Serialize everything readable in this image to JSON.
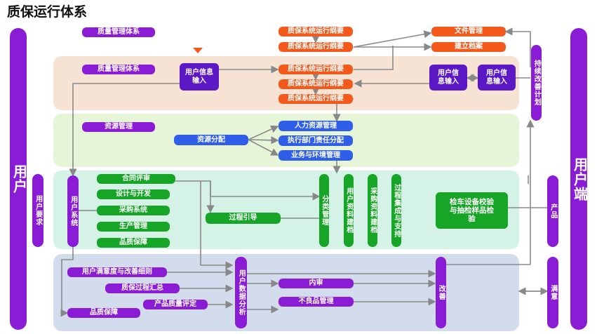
{
  "title": "质保运行体系",
  "left": {
    "user": "用户",
    "user_req": "用户要求",
    "user_sys": "用户系统"
  },
  "right": {
    "client": "用户端",
    "continuous": "持续改善计划",
    "product": "产品",
    "satisfaction": "满意"
  },
  "band1": {
    "qms_top": "质量管理体系",
    "qms": "质量管理体系",
    "user_info_input": "用户信息输入",
    "outline": [
      "质保系统运行纲要",
      "质保系统运行纲要",
      "质保系统运行纲要",
      "质保系统运行纲要",
      "质保系统运行纲要"
    ],
    "file_mgmt": "文件管理",
    "archive": "建立档案",
    "user_info_input_r1": "用户信息输入",
    "user_info_input_r2": "用户信息输入"
  },
  "band2": {
    "resource_mgmt": "资源管理",
    "resource_alloc": "资源分配",
    "hr": "人力资源管理",
    "responsibility": "执行部门责任分配",
    "business_env": "业务与环境管理"
  },
  "band3": {
    "contract_review": "合同评审",
    "design_dev": "设计与开发",
    "purchase_sys": "采购系统",
    "production_mgmt": "生产管理",
    "quality_assurance": "品质保障",
    "process_guide": "过程引导",
    "classified_mgmt": "分类管理",
    "user_data_archive": "用户资料建档",
    "purchase_data_archive": "采购资料建档",
    "process_integration": "过程集成与支持",
    "inspection": "检车设备校验与抽检样品检验"
  },
  "band4": {
    "satisfaction_detail": "用户满意度与改善细则",
    "qa_summary": "质保过程汇总",
    "quality_assurance": "品质保障",
    "product_eval": "产品质量评定",
    "user_data_analysis": "用户数据分析",
    "internal_audit": "内审",
    "defect_mgmt": "不良品管理",
    "improve": "改善"
  },
  "colors": {
    "purple": "#8a1cd6",
    "orange": "#f4591c",
    "green": "#16a526",
    "blue": "#2f5ee8",
    "band1": "#f6e3d4",
    "band2": "#e6f4d8",
    "band3": "#d4f2e6",
    "band4": "#d3dcec"
  }
}
